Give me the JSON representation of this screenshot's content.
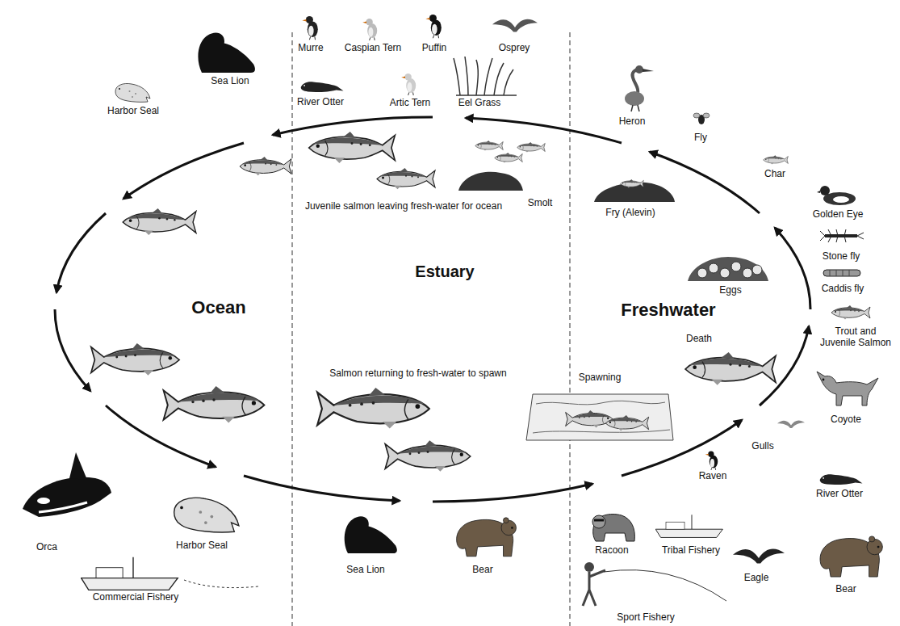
{
  "diagram": {
    "labels": [
      "Murre",
      "Caspian Tern",
      "Puffin",
      "Osprey",
      "Sea Lion",
      "Harbor Seal",
      "River Otter",
      "Artic Tern",
      "Eel Grass",
      "Heron",
      "Fly",
      "Char",
      "Golden Eye",
      "Juvenile salmon leaving fresh-water for ocean",
      "Smolt",
      "Fry (Alevin)",
      "Stone fly",
      "Estuary",
      "Ocean",
      "Freshwater",
      "Eggs",
      "Caddis fly",
      "Trout and Juvenile Salmon",
      "Death",
      "Salmon returning to fresh-water to spawn",
      "Spawning",
      "Coyote",
      "Gulls",
      "Raven",
      "River Otter",
      "Racoon",
      "Tribal Fishery",
      "Orca",
      "Harbor Seal",
      "Sea Lion",
      "Bear",
      "Eagle",
      "Bear",
      "Commercial Fishery",
      "Sport Fishery"
    ]
  }
}
